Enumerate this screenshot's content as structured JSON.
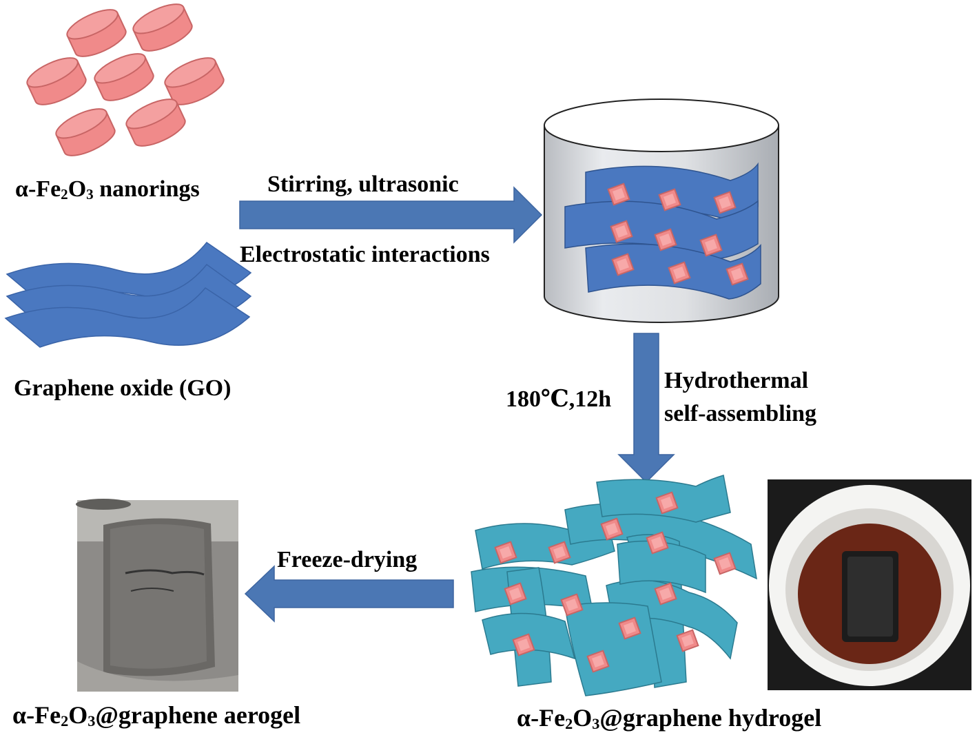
{
  "labels": {
    "nanorings": {
      "prefix": "α-Fe",
      "sub1": "2",
      "mid": "O",
      "sub2": "3",
      "suffix": " nanorings"
    },
    "go": "Graphene oxide (GO)",
    "arrow1_top": "Stirring, ultrasonic",
    "arrow1_bottom": "Electrostatic interactions",
    "conditions": "180℃,12h",
    "hydro_line1": "Hydrothermal",
    "hydro_line2": "self-assembling",
    "freeze": "Freeze-drying",
    "aerogel": {
      "prefix": "α-Fe",
      "sub1": "2",
      "mid": "O",
      "sub2": "3",
      "suffix": "@graphene aerogel"
    },
    "hydrogel": {
      "prefix": "α-Fe",
      "sub1": "2",
      "mid": "O",
      "sub2": "3",
      "suffix": "@graphene hydrogel"
    }
  },
  "colors": {
    "nanoring_fill": "#f08a8a",
    "nanoring_stroke": "#c85a5a",
    "go_sheet": "#4a78c0",
    "hydrogel_sheet": "#45a9c1",
    "arrow": "#4b77b4",
    "container": "#e3e5e8"
  },
  "icons": {
    "nanorings": "pink-nanoring-disks",
    "graphene_oxide": "blue-wavy-sheets",
    "vessel": "cylinder-container",
    "hydrogel": "cyan-sheet-network",
    "aerogel_photo": "gray-aerogel-photo",
    "hydrogel_photo": "white-cup-photo"
  }
}
